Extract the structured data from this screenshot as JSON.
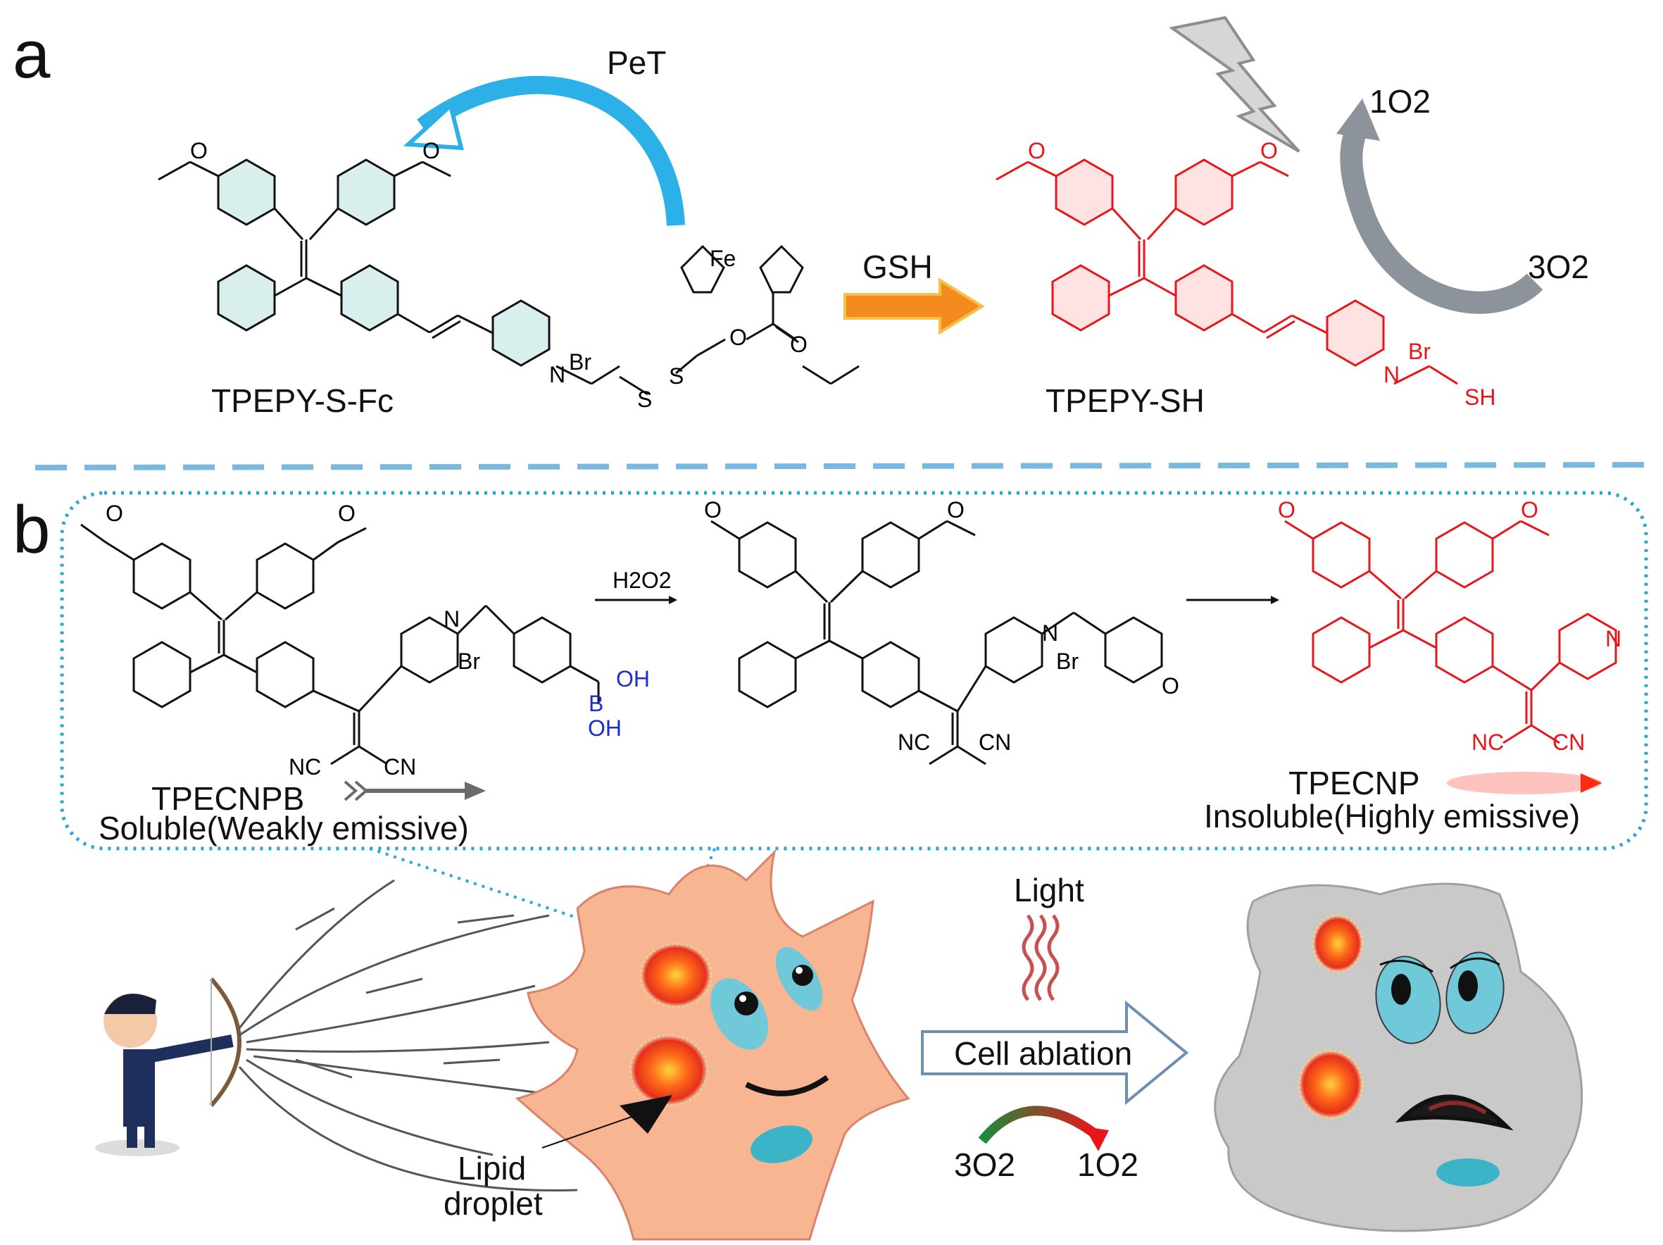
{
  "panel_a": {
    "label": "a",
    "pet": "PeT",
    "gsh": "GSH",
    "compound_left": "TPEPY-S-Fc",
    "compound_right": "TPEPY-SH",
    "singlet_oxygen": "1O2",
    "triplet_oxygen": "3O2",
    "atoms": {
      "fe": "Fe",
      "n": "N",
      "br": "Br",
      "s": "S",
      "sh": "SH",
      "o": "O"
    }
  },
  "panel_b": {
    "label": "b",
    "reagent": "H2O2",
    "compound_left": "TPECNPB",
    "compound_left_desc": "Soluble(Weakly emissive)",
    "compound_right": "TPECNP",
    "compound_right_desc": "Insoluble(Highly emissive)",
    "atoms": {
      "n": "N",
      "br": "Br",
      "b": "B",
      "oh": "OH",
      "o": "O",
      "nc": "NC",
      "cn": "CN"
    }
  },
  "scene": {
    "light": "Light",
    "cell_ablation": "Cell ablation",
    "lipid_droplet_line1": "Lipid",
    "lipid_droplet_line2": "droplet",
    "oxygen_in": "3O2",
    "oxygen_out": "1O2"
  },
  "colors": {
    "teal_ring": "#2a8c8c",
    "red_product": "#e8161b",
    "blue_arrow": "#2bb0e8",
    "orange_arrow": "#f58a1f",
    "dashed_divider": "#7ab8df",
    "cell_orange": "#f7b592",
    "cell_gray": "#c9c9c9"
  }
}
